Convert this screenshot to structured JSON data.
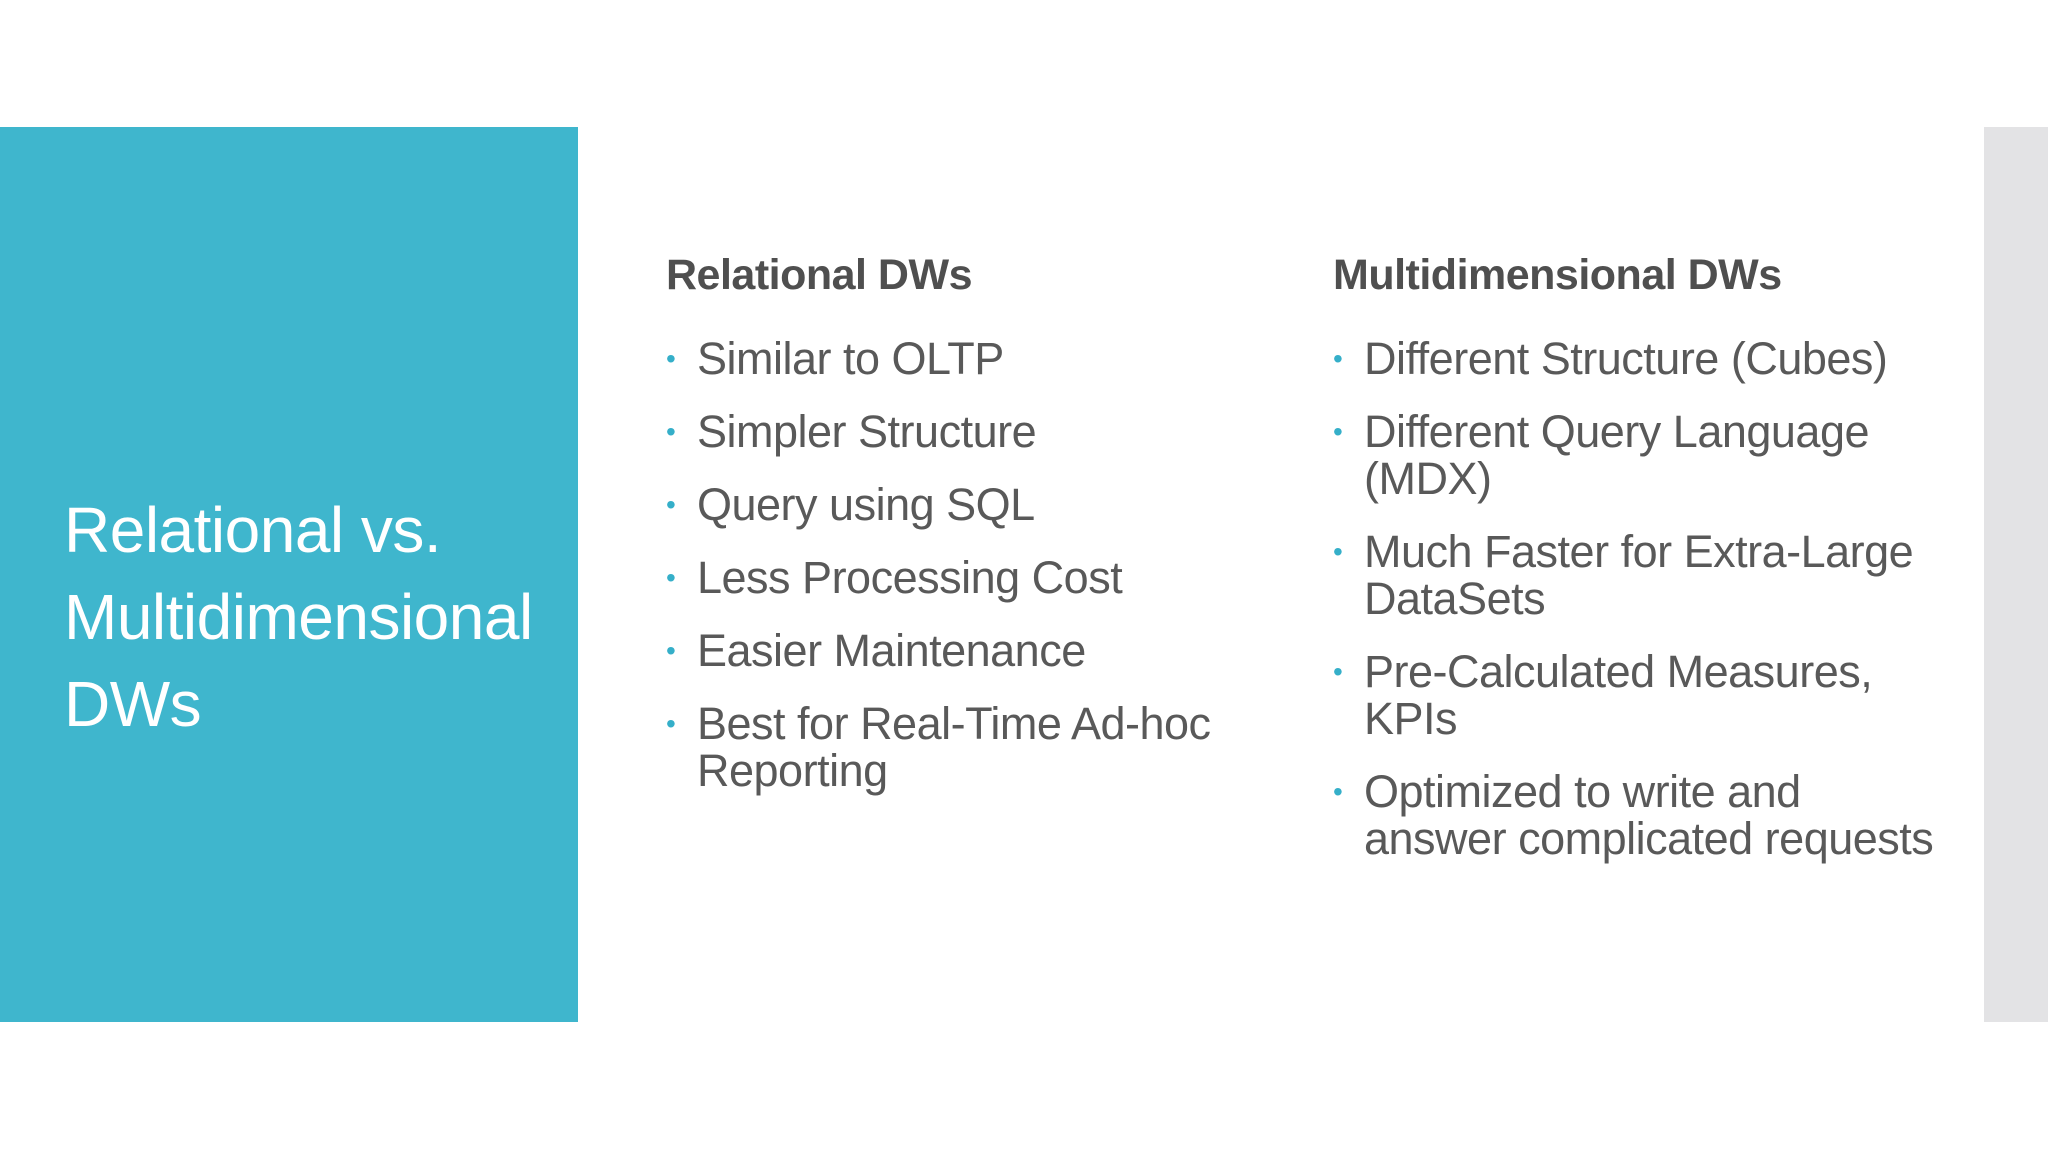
{
  "slide": {
    "background": "#FFFFFF",
    "title_panel": {
      "color": "#3FB6CD",
      "title_text": "Relational vs.\nMultidimensional\nDWs",
      "title_color": "#FFFFFF"
    },
    "right_strip": {
      "color": "#E3E3E5"
    },
    "bullet_glyph": "•",
    "bullet_color": "#35AFC9",
    "heading_color": "#4F4F4F",
    "body_color": "#595959",
    "columns": [
      {
        "heading": "Relational DWs",
        "items": [
          "Similar to OLTP",
          "Simpler Structure",
          "Query using SQL",
          "Less Processing Cost",
          "Easier Maintenance",
          "Best for Real-Time Ad-hoc\nReporting"
        ]
      },
      {
        "heading": "Multidimensional DWs",
        "items": [
          "Different Structure (Cubes)",
          "Different Query Language\n(MDX)",
          "Much Faster for Extra-Large\nDataSets",
          "Pre-Calculated Measures,\nKPIs",
          "Optimized to write and\nanswer complicated requests"
        ]
      }
    ]
  }
}
